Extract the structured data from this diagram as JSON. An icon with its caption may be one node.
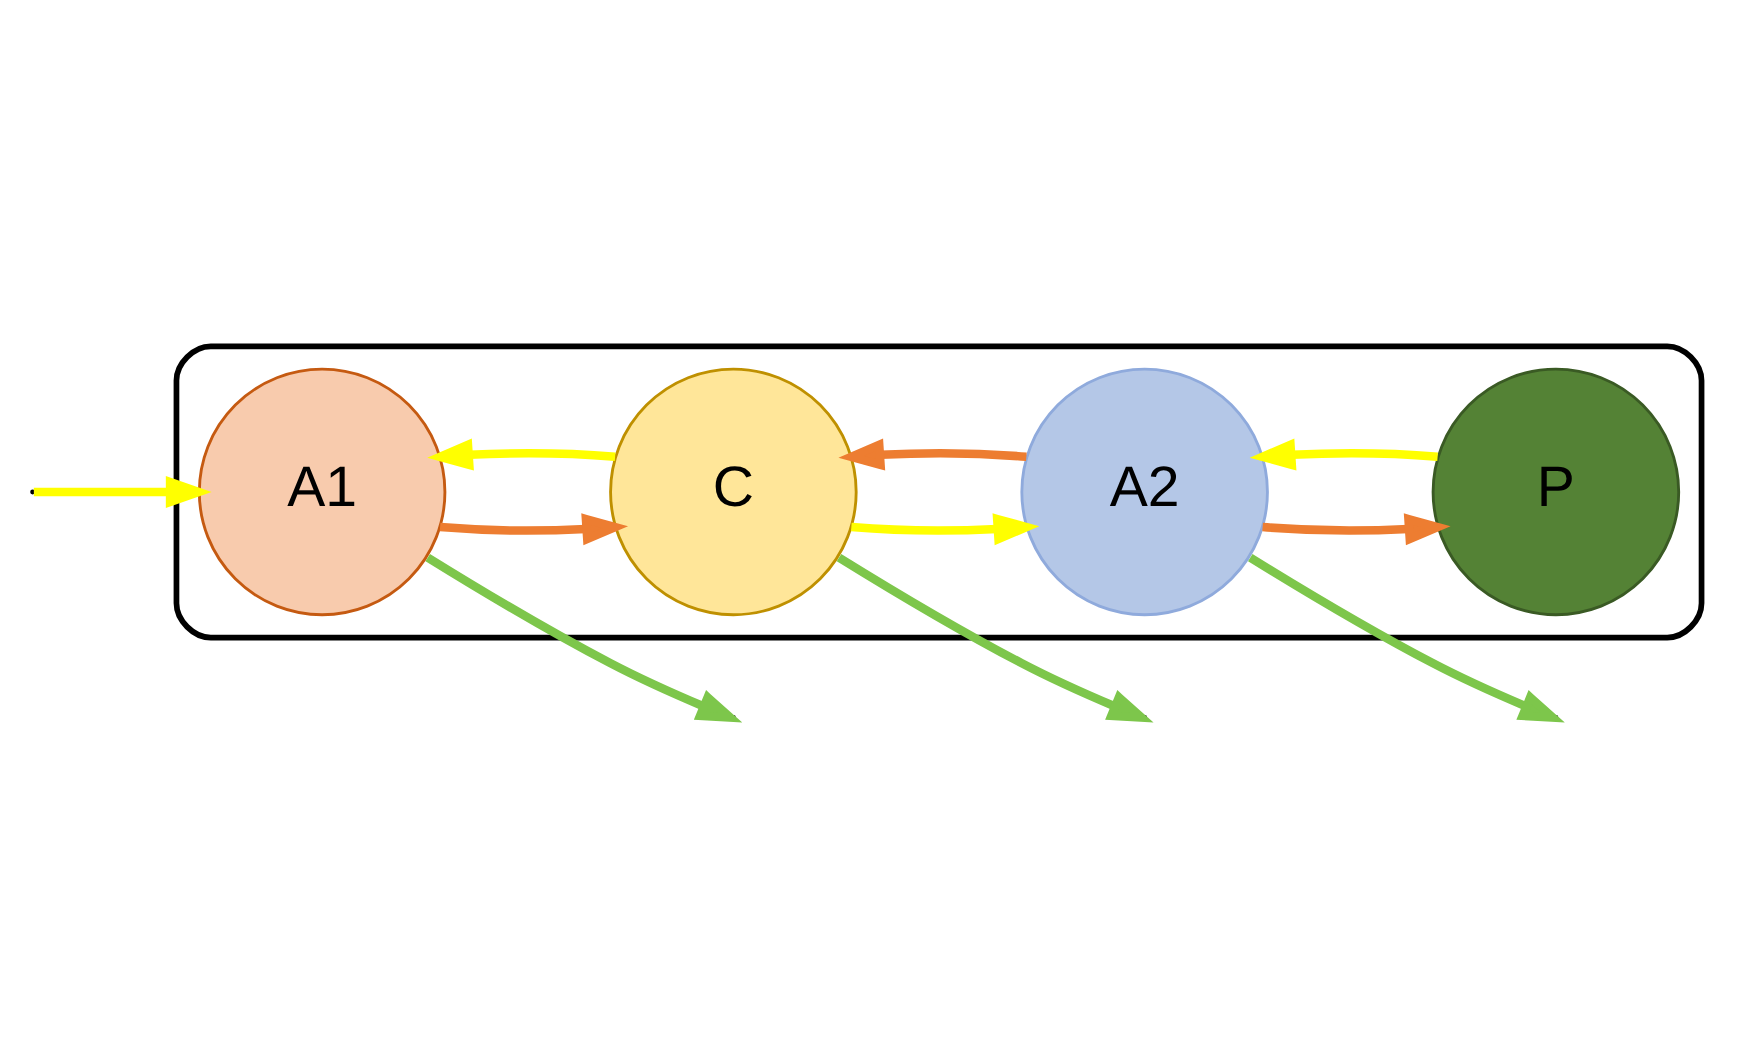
{
  "diagram": {
    "nodes": [
      {
        "text": [],
        "shape": "box"
      },
      {
        "text": [
          "A1"
        ],
        "in": 0
      },
      {
        "text": [
          "P"
        ],
        "in": 0
      },
      {
        "text": [
          "C"
        ],
        "in": 0
      },
      {
        "text": [
          "A2"
        ],
        "in": 0
      }
    ],
    "edges": [
      {
        "from": 1,
        "to": null,
        "arrow": "to",
        "color": "#7dc64b"
      },
      {
        "from": null,
        "to": 1,
        "arrow": "to",
        "color": "#ffff00"
      },
      {
        "from": 1,
        "to": 3,
        "arrow": "to",
        "color": "#ed7d31"
      },
      {
        "from": 3,
        "to": 1,
        "arrow": "to",
        "color": "#ffff00"
      },
      {
        "from": 2,
        "to": 4,
        "arrow": "to",
        "color": "#ffff00"
      },
      {
        "from": 4,
        "to": 2,
        "arrow": "to",
        "color": "#ed7d31"
      },
      {
        "from": 3,
        "to": 4,
        "arrow": "to",
        "color": "#ffff00"
      },
      {
        "from": 4,
        "to": 3,
        "arrow": "to",
        "color": "#ed7d31"
      },
      {
        "from": 4,
        "to": null,
        "arrow": "to",
        "color": "#7dc64b"
      },
      {
        "from": 3,
        "to": null,
        "arrow": "to",
        "color": "#7dc64b"
      }
    ]
  }
}
